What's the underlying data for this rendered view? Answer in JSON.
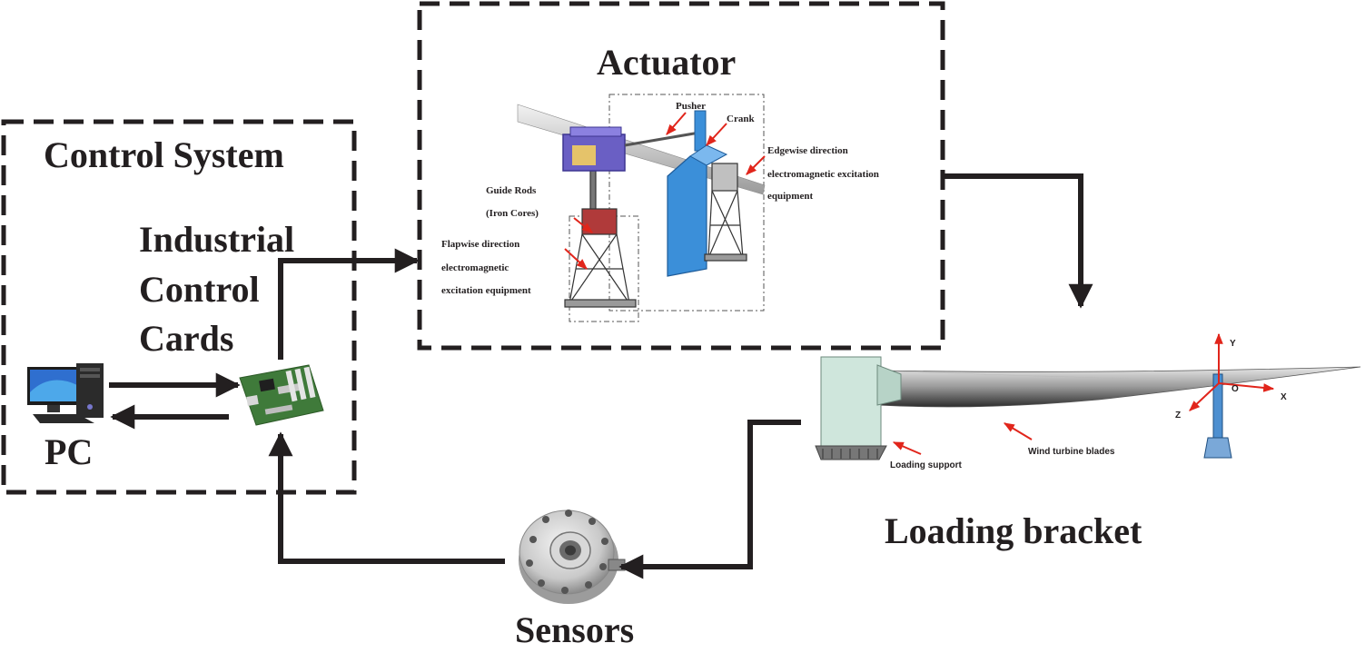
{
  "control_system": {
    "title": "Control System",
    "cards_label_line1": "Industrial",
    "cards_label_line2": "Control",
    "cards_label_line3": "Cards",
    "pc_label": "PC"
  },
  "actuator": {
    "title": "Actuator",
    "pusher": "Pusher",
    "crank": "Crank",
    "edgewise_line1": "Edgewise direction",
    "edgewise_line2": "electromagnetic excitation",
    "edgewise_line3": "equipment",
    "guide_rods_line1": "Guide Rods",
    "guide_rods_line2": "(Iron Cores)",
    "flapwise_line1": "Flapwise direction",
    "flapwise_line2": "electromagnetic",
    "flapwise_line3": "excitation equipment"
  },
  "loading_bracket": {
    "title": "Loading bracket",
    "loading_support": "Loading support",
    "wind_turbine_blades": "Wind turbine blades",
    "axis_y": "Y",
    "axis_x": "X",
    "axis_z": "Z",
    "axis_o": "O"
  },
  "sensors": {
    "title": "Sensors"
  },
  "colors": {
    "ink": "#231f20",
    "arrow_red": "#e1251b",
    "actuator_blue": "#3b8fd9",
    "pusher_purple": "#6a5fc4",
    "support_green": "#cfe6dc"
  }
}
